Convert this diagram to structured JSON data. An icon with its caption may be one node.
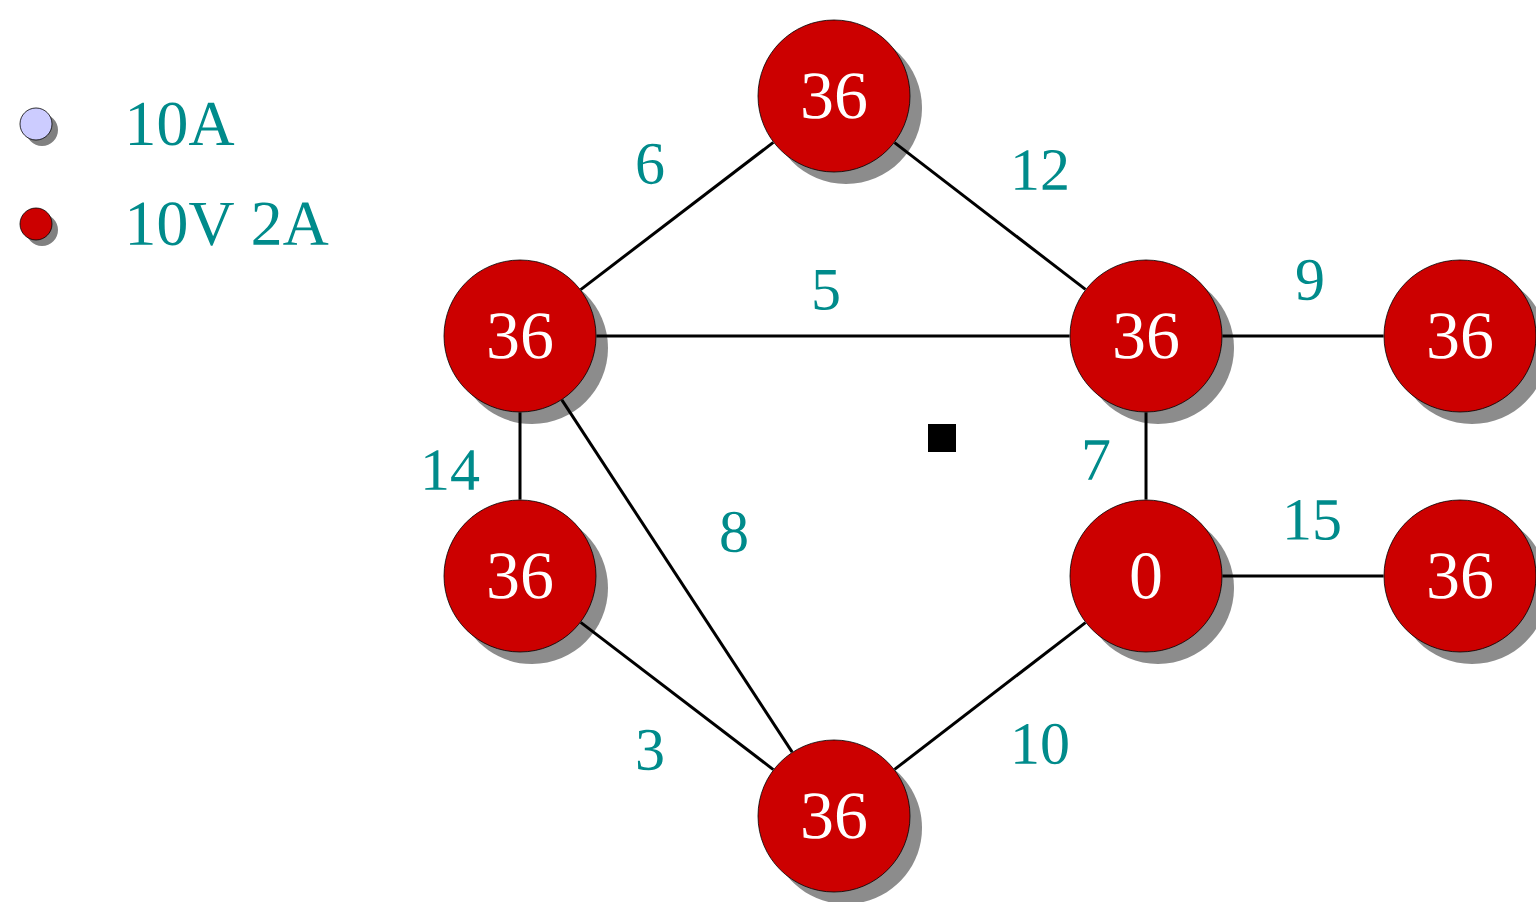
{
  "diagram": {
    "nodes": [
      {
        "text": [
          "36"
        ]
      },
      {
        "text": [
          "36"
        ]
      },
      {
        "text": [
          "36"
        ]
      },
      {
        "text": [
          "36"
        ]
      },
      {
        "text": [
          "36"
        ]
      },
      {
        "text": [
          "0"
        ]
      },
      {
        "text": [
          "36"
        ]
      },
      {
        "text": [
          "36"
        ]
      }
    ],
    "edges": [
      {
        "from": 1,
        "to": 0,
        "arrow": "none",
        "label": "6"
      },
      {
        "from": 0,
        "to": 2,
        "arrow": "none",
        "label": "12"
      },
      {
        "from": 1,
        "to": 2,
        "arrow": "none",
        "label": "5"
      },
      {
        "from": 2,
        "to": 3,
        "arrow": "none",
        "label": "9"
      },
      {
        "from": 1,
        "to": 4,
        "arrow": "none",
        "label": "14"
      },
      {
        "from": 1,
        "to": 7,
        "arrow": "none",
        "label": "8"
      },
      {
        "from": 2,
        "to": 5,
        "arrow": "none",
        "label": "7"
      },
      {
        "from": 5,
        "to": 6,
        "arrow": "none",
        "label": "15"
      },
      {
        "from": 4,
        "to": 7,
        "arrow": "none",
        "label": "3"
      },
      {
        "from": 7,
        "to": 5,
        "arrow": "none",
        "label": "10"
      }
    ],
    "legend": [
      {
        "text": "10A",
        "color": "#ccccff"
      },
      {
        "text": "10V 2A",
        "color": "#cc0000"
      }
    ]
  }
}
